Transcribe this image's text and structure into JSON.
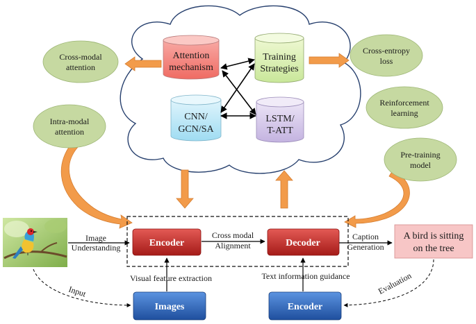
{
  "cloud": {
    "attention": [
      "Attention",
      "mechanism"
    ],
    "training": [
      "Training",
      "Strategies"
    ],
    "cnn": [
      "CNN/",
      "GCN/SA"
    ],
    "lstm": [
      "LSTM/",
      "T-ATT"
    ]
  },
  "ovals": {
    "cross_modal": [
      "Cross-modal",
      "attention"
    ],
    "intra_modal": [
      "Intra-modal",
      "attention"
    ],
    "cross_entropy": [
      "Cross-entropy",
      "loss"
    ],
    "reinforcement": [
      "Reinforcement",
      "learning"
    ],
    "pretraining": [
      "Pre-training",
      "model"
    ]
  },
  "pipeline": {
    "image_understanding": [
      "Image",
      "Understanding"
    ],
    "encoder": "Encoder",
    "cross_modal_alignment": [
      "Cross modal",
      "Alignment"
    ],
    "decoder": "Decoder",
    "caption_generation": [
      "Caption",
      "Generation"
    ],
    "caption_text": [
      "A bird is sitting",
      "on the tree"
    ],
    "visual_feature": "Visual feature extraction",
    "text_guidance": "Text information guidance",
    "images": "Images",
    "encoder_bottom": "Encoder",
    "input": "Input",
    "evaluation": "Evaluation"
  },
  "colors": {
    "oval_fill": "#c6d9a1",
    "orange_arrow": "#f29b4a",
    "red_box": "#c62828",
    "blue_box": "#2e6bc4",
    "caption_box": "#f7c6c6"
  }
}
